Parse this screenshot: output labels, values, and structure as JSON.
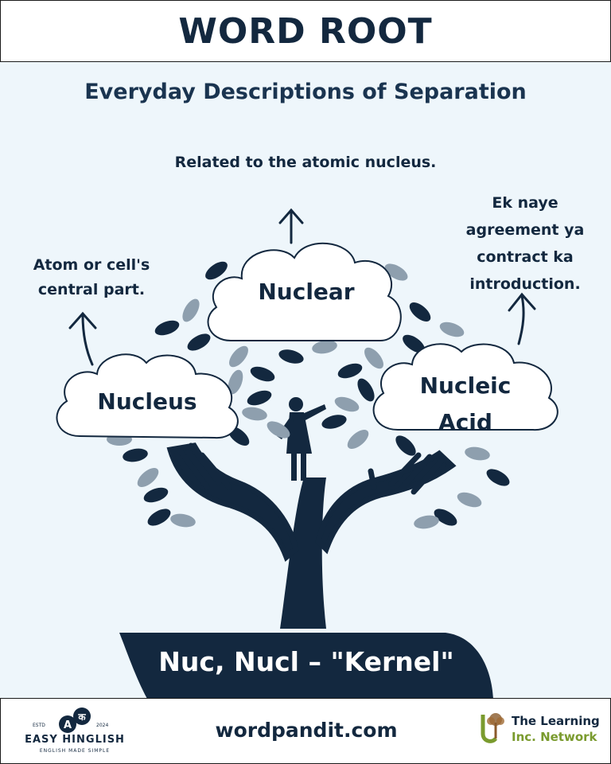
{
  "header": {
    "title": "WORD ROOT"
  },
  "subtitle": "Everyday Descriptions of Separation",
  "diagram": {
    "words": {
      "center": "Nuclear",
      "left": "Nucleus",
      "right_line1": "Nucleic",
      "right_line2": "Acid"
    },
    "meanings": {
      "center": "Related to the atomic nucleus.",
      "left_line1": "Atom or cell's",
      "left_line2": "central part.",
      "right_line1": "Ek naye",
      "right_line2": "agreement ya",
      "right_line3": "contract ka",
      "right_line4": "introduction."
    },
    "root": "Nuc, Nucl – \"Kernel\""
  },
  "footer": {
    "website": "wordpandit.com",
    "easy_hinglish": {
      "name": "EASY HINGLISH",
      "tagline": "ENGLISH MADE SIMPLE",
      "estd": "ESTD",
      "year": "2024",
      "badge_a": "A",
      "badge_k": "क"
    },
    "learning_inc": {
      "line1": "The Learning",
      "line2": "Inc. Network"
    }
  },
  "colors": {
    "navy": "#13283f",
    "leaf_light": "#8e9fae",
    "background": "#eef6fb",
    "green": "#7a9b2e"
  }
}
